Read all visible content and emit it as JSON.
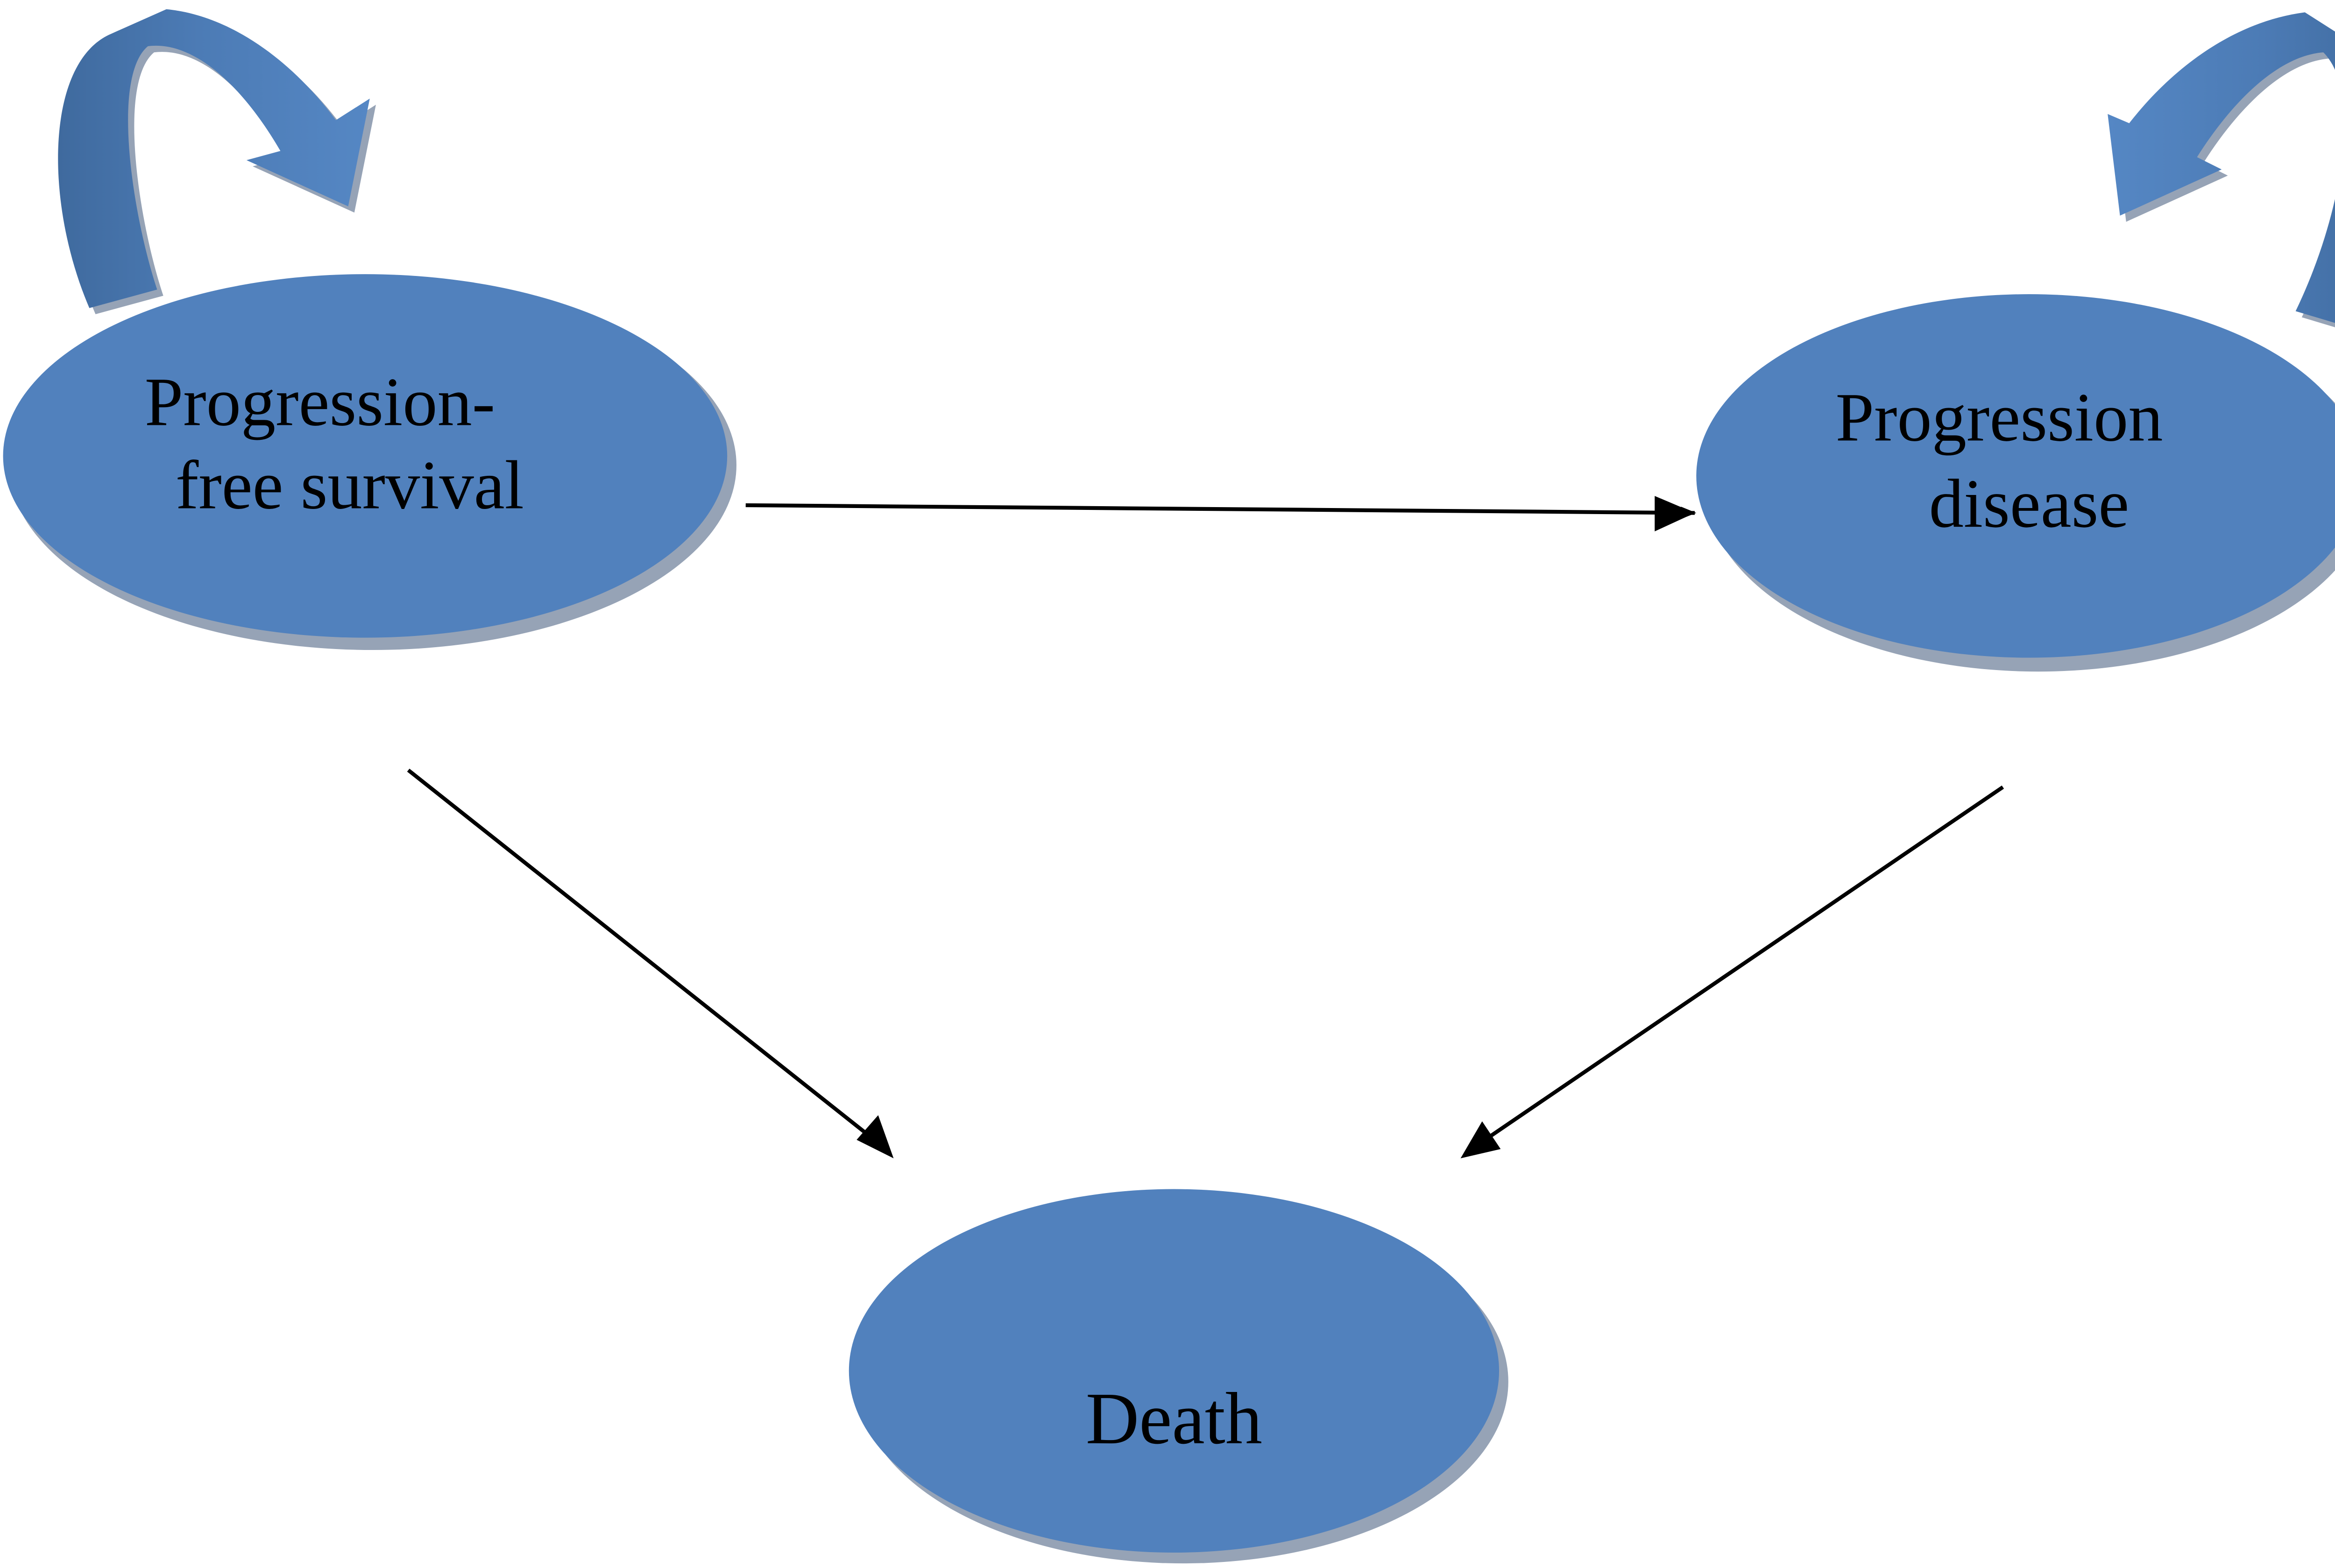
{
  "diagram": {
    "type": "state-transition (Markov model)",
    "colors": {
      "node_fill": "#5181BD",
      "node_shadow": "#96A3B6",
      "self_loop_arrow": "#5181BD",
      "self_loop_arrow_dark": "#3F6A9E",
      "transition_arrow": "#000000",
      "background": "#FFFFFF"
    },
    "states": [
      {
        "id": "pfs",
        "label_lines": [
          "Progression-",
          "free survival"
        ]
      },
      {
        "id": "pd",
        "label_lines": [
          "Progression",
          "disease"
        ]
      },
      {
        "id": "death",
        "label_lines": [
          "Death"
        ]
      }
    ],
    "transitions": [
      {
        "from": "pfs",
        "to": "pfs",
        "kind": "self-loop",
        "icon": "curved-arrow-icon"
      },
      {
        "from": "pd",
        "to": "pd",
        "kind": "self-loop",
        "icon": "curved-arrow-icon"
      },
      {
        "from": "pfs",
        "to": "pd",
        "kind": "arrow"
      },
      {
        "from": "pfs",
        "to": "death",
        "kind": "arrow"
      },
      {
        "from": "pd",
        "to": "death",
        "kind": "arrow"
      }
    ]
  }
}
